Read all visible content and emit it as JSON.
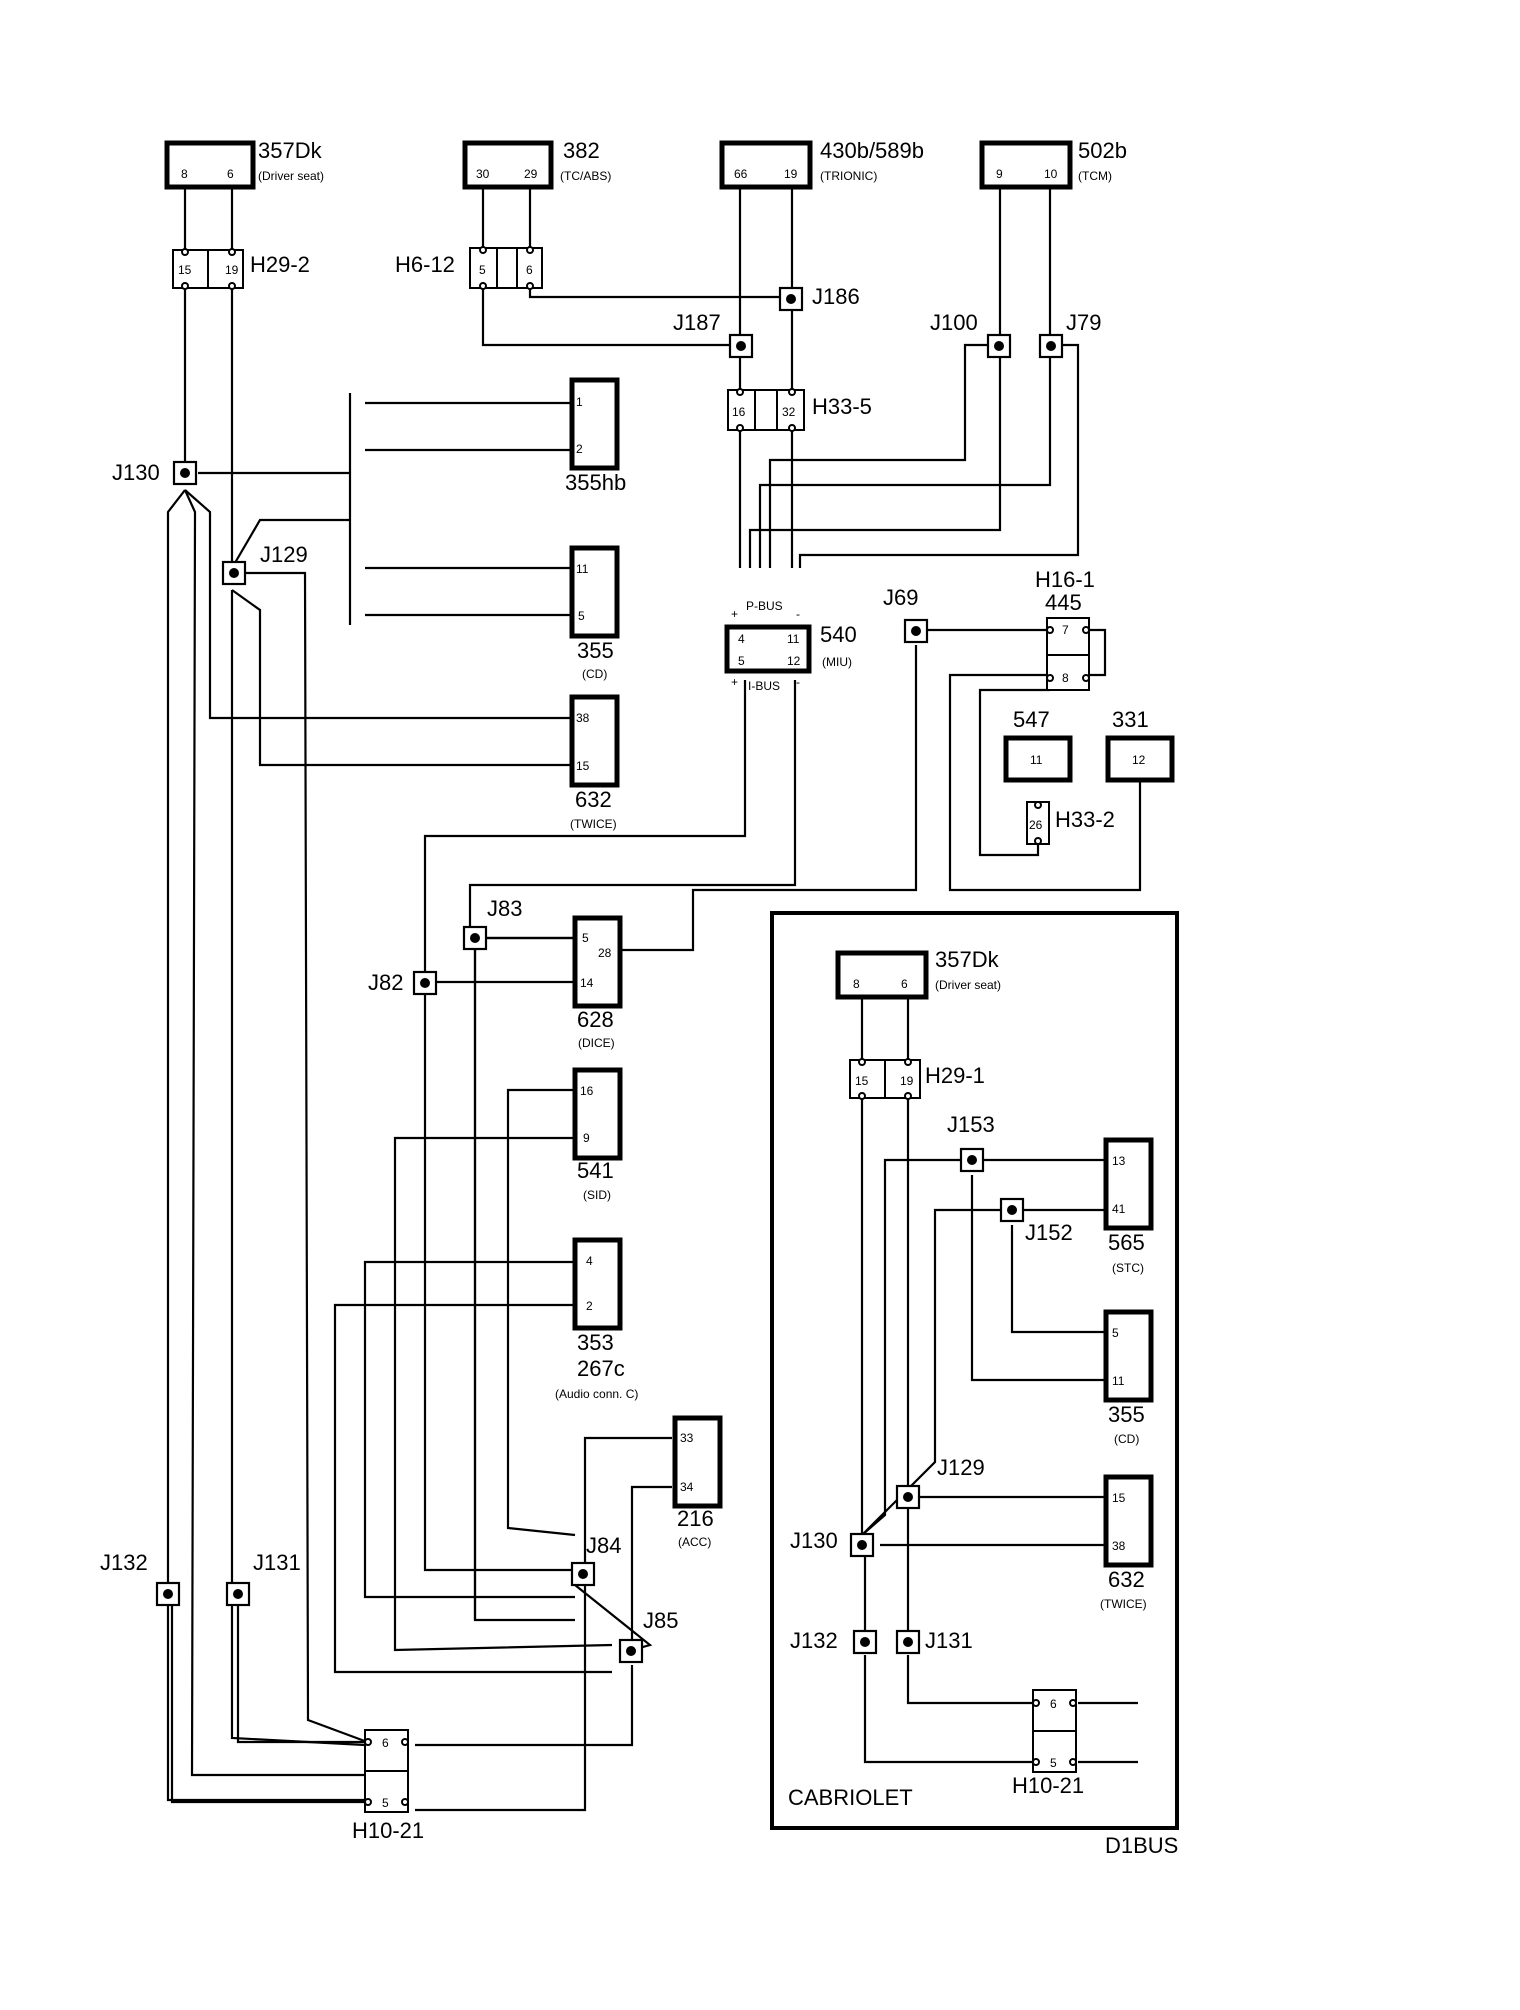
{
  "components": {
    "c357dk_top": {
      "code": "357Dk",
      "desc": "(Driver seat)",
      "pins": [
        "8",
        "6"
      ]
    },
    "c382": {
      "code": "382",
      "desc": "(TC/ABS)",
      "pins": [
        "30",
        "29"
      ]
    },
    "c430b": {
      "code": "430b/589b",
      "desc": "(TRIONIC)",
      "pins": [
        "66",
        "19"
      ]
    },
    "c502b": {
      "code": "502b",
      "desc": "(TCM)",
      "pins": [
        "9",
        "10"
      ]
    },
    "c355hb": {
      "code": "355hb",
      "pins": [
        "1",
        "2"
      ]
    },
    "c355": {
      "code": "355",
      "desc": "(CD)",
      "pins": [
        "11",
        "5"
      ]
    },
    "c632": {
      "code": "632",
      "desc": "(TWICE)",
      "pins": [
        "38",
        "15"
      ]
    },
    "c540": {
      "code": "540",
      "desc": "(MIU)",
      "pins": [
        "4",
        "11",
        "5",
        "12"
      ],
      "bus_top": "P-BUS",
      "bus_bottom": "I-BUS",
      "plus": "+",
      "minus": "-"
    },
    "c445": {
      "code": "445",
      "connector": "H16-1",
      "pins": [
        "7",
        "8"
      ]
    },
    "c547": {
      "code": "547",
      "pins": [
        "11"
      ]
    },
    "c331": {
      "code": "331",
      "pins": [
        "12"
      ]
    },
    "c628": {
      "code": "628",
      "desc": "(DICE)",
      "pins": [
        "5",
        "28",
        "14"
      ]
    },
    "c541": {
      "code": "541",
      "desc": "(SID)",
      "pins": [
        "16",
        "9"
      ]
    },
    "c353": {
      "code": "353",
      "code2": "267c",
      "desc": "(Audio conn. C)",
      "pins": [
        "4",
        "2"
      ]
    },
    "c216": {
      "code": "216",
      "desc": "(ACC)",
      "pins": [
        "33",
        "34"
      ]
    }
  },
  "connectors": {
    "h29_2": {
      "label": "H29-2",
      "pins": [
        "15",
        "19"
      ]
    },
    "h6_12": {
      "label": "H6-12",
      "pins": [
        "5",
        "6"
      ]
    },
    "h33_5": {
      "label": "H33-5",
      "pins": [
        "16",
        "32"
      ]
    },
    "h33_2": {
      "label": "H33-2",
      "pins": [
        "26"
      ]
    },
    "h10_21": {
      "label": "H10-21",
      "pins": [
        "6",
        "5"
      ]
    }
  },
  "junctions": {
    "j186": "J186",
    "j187": "J187",
    "j100": "J100",
    "j79": "J79",
    "j130": "J130",
    "j129": "J129",
    "j69": "J69",
    "j83": "J83",
    "j82": "J82",
    "j84": "J84",
    "j85": "J85",
    "j132": "J132",
    "j131": "J131"
  },
  "cabriolet": {
    "title": "CABRIOLET",
    "c357dk": {
      "code": "357Dk",
      "desc": "(Driver seat)",
      "pins": [
        "8",
        "6"
      ]
    },
    "h29_1": {
      "label": "H29-1",
      "pins": [
        "15",
        "19"
      ]
    },
    "c565": {
      "code": "565",
      "desc": "(STC)",
      "pins": [
        "13",
        "41"
      ]
    },
    "c355": {
      "code": "355",
      "desc": "(CD)",
      "pins": [
        "5",
        "11"
      ]
    },
    "c632": {
      "code": "632",
      "desc": "(TWICE)",
      "pins": [
        "15",
        "38"
      ]
    },
    "h10_21": {
      "label": "H10-21",
      "pins": [
        "6",
        "5"
      ]
    },
    "junctions": {
      "j153": "J153",
      "j152": "J152",
      "j129": "J129",
      "j130": "J130",
      "j132": "J132",
      "j131": "J131"
    }
  },
  "footer": {
    "code": "D1BUS"
  }
}
